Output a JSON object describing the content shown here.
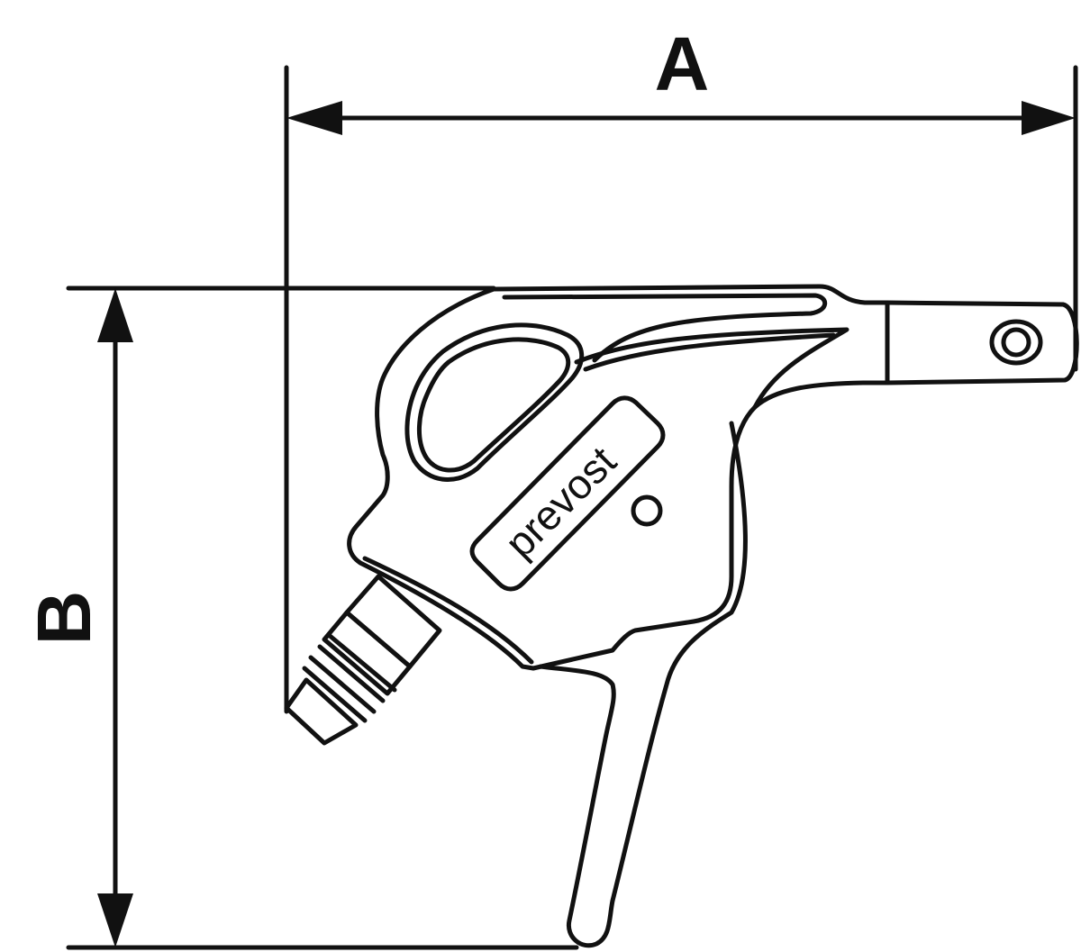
{
  "dimensions": {
    "a_label": "A",
    "b_label": "B"
  },
  "product": {
    "brand": "prevost"
  },
  "colors": {
    "line": "#111111",
    "background": "#ffffff"
  }
}
